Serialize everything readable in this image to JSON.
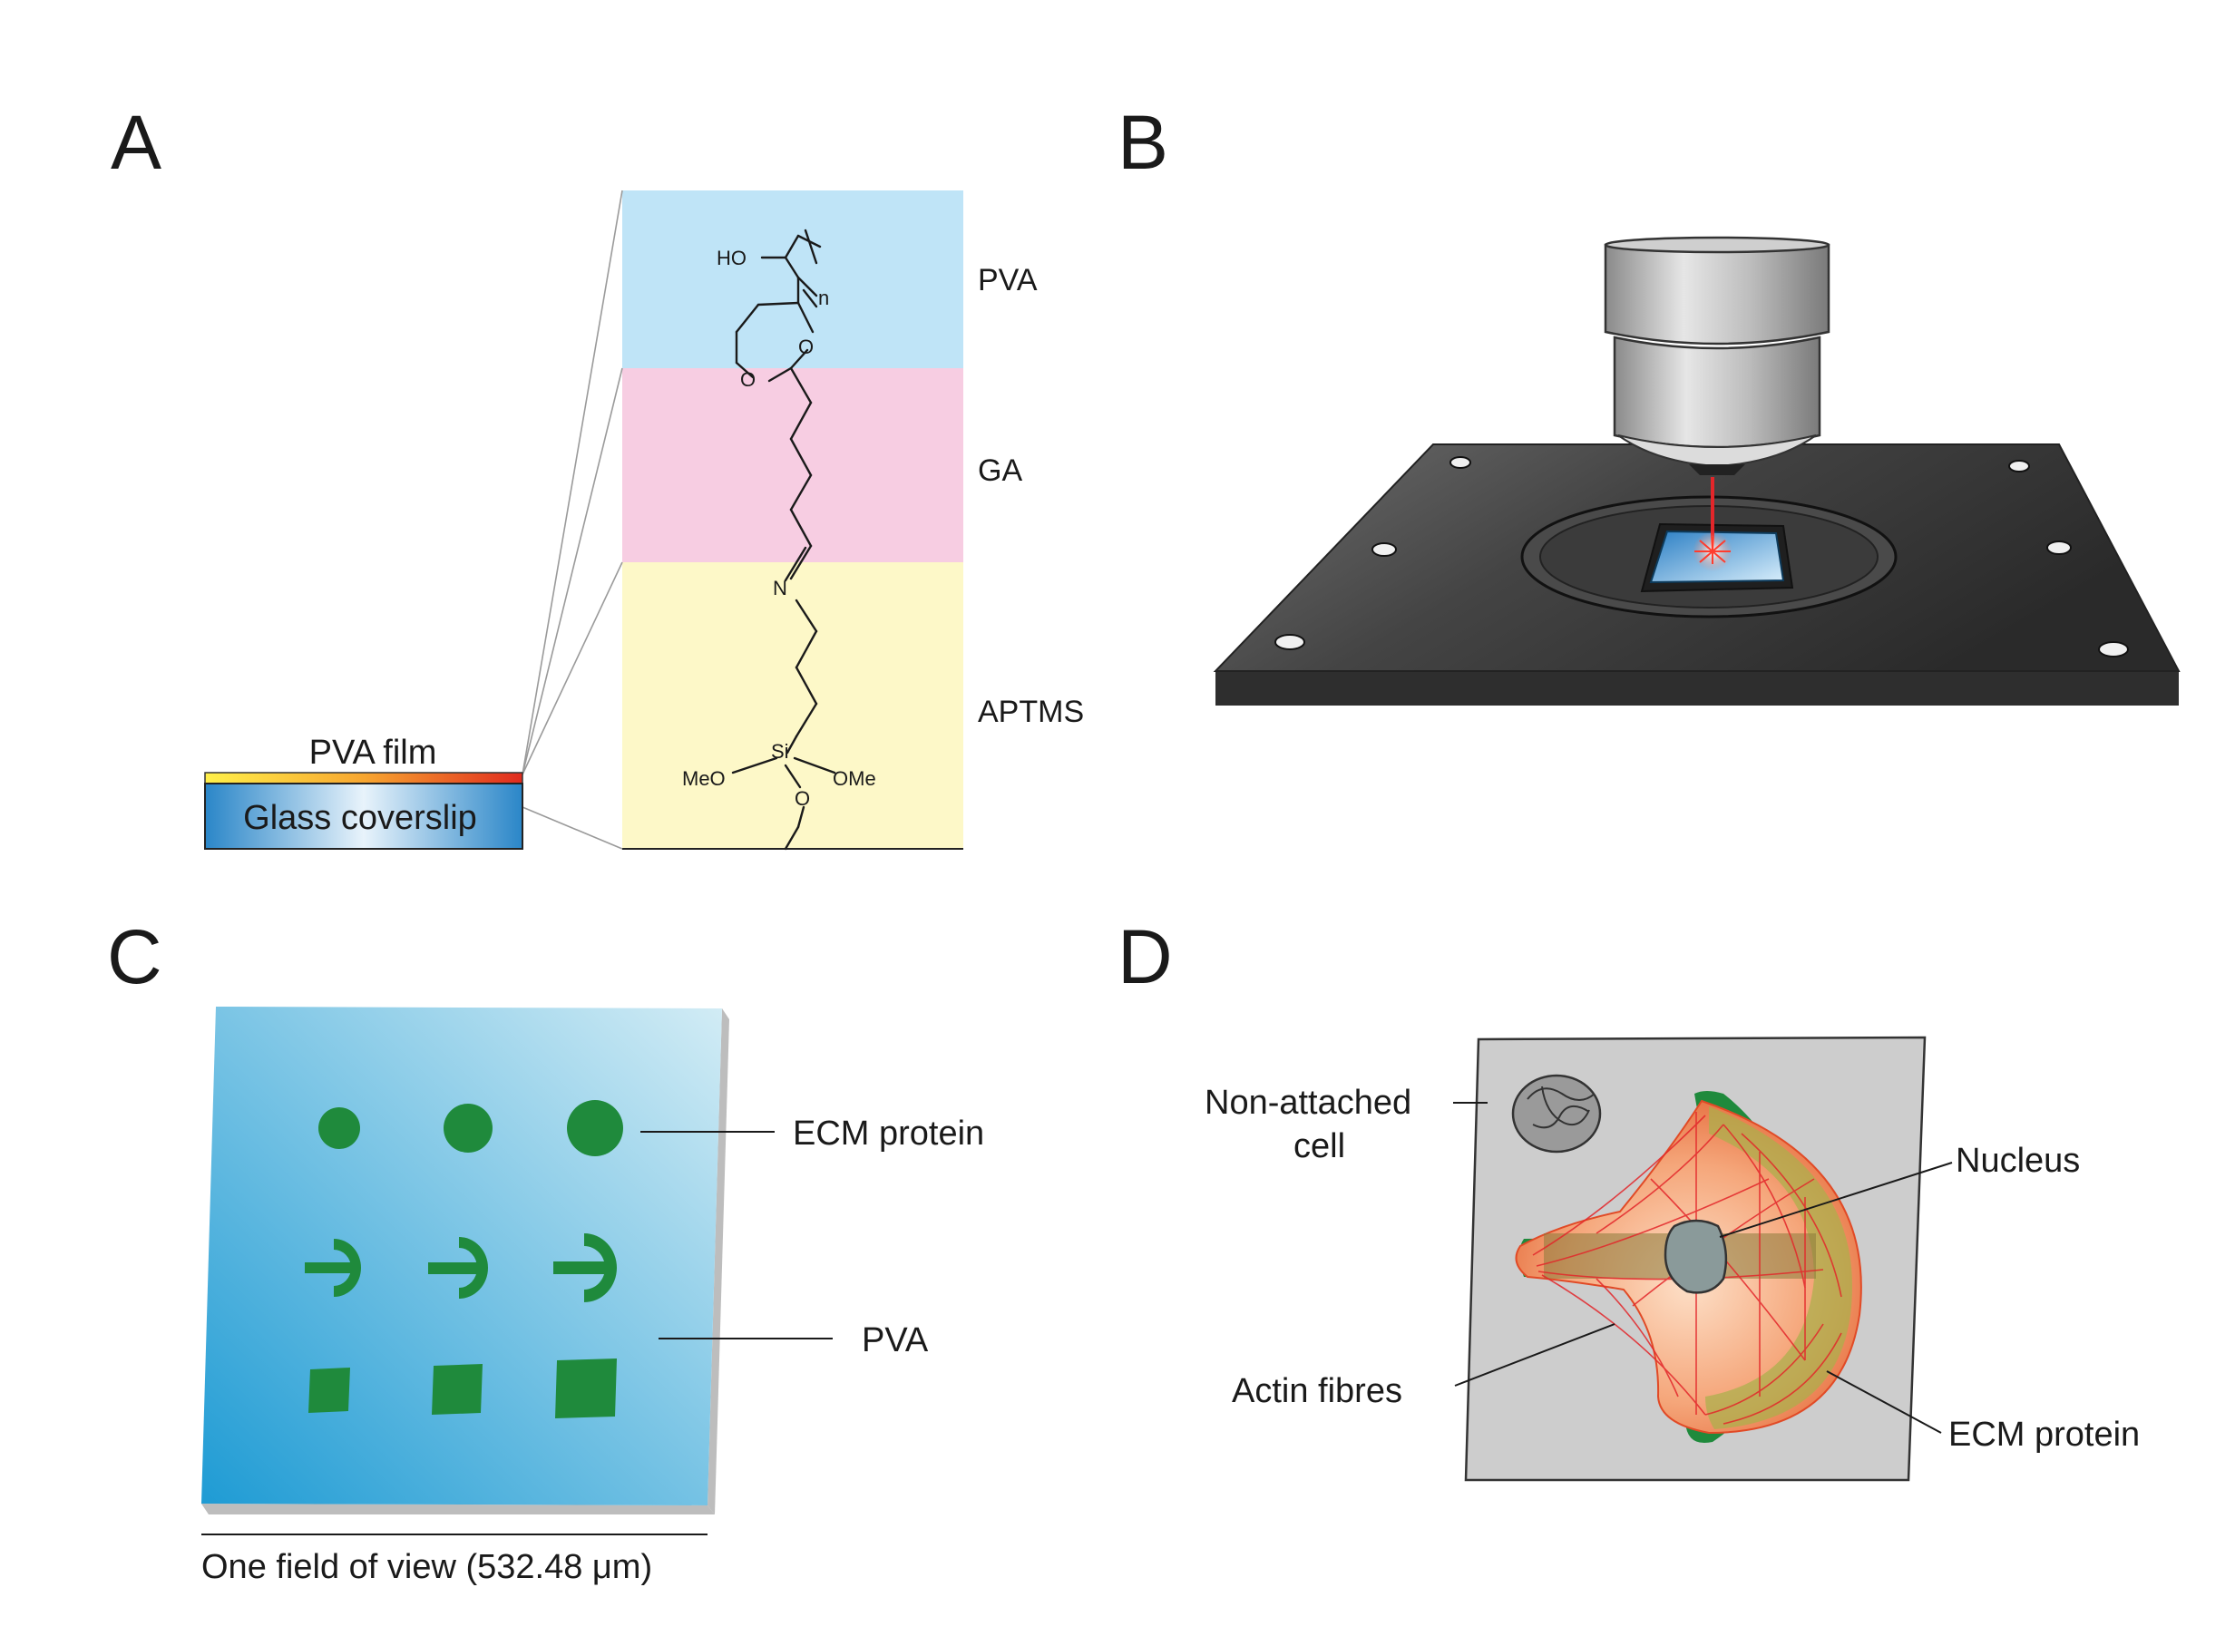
{
  "panels": {
    "a": {
      "letter": "A",
      "film_label": "PVA film",
      "coverslip_label": "Glass coverslip",
      "layers": [
        "PVA",
        "GA",
        "APTMS"
      ],
      "chem": {
        "ho": "HO",
        "n": "n",
        "o1": "O",
        "o2": "O",
        "nitrogen": "N",
        "si": "Si",
        "meo": "MeO",
        "ome": "OMe",
        "o3": "O"
      }
    },
    "b": {
      "letter": "B"
    },
    "c": {
      "letter": "C",
      "ecm_label": "ECM protein",
      "pva_label": "PVA",
      "scale_label": "One field of view (532.48 μm)"
    },
    "d": {
      "letter": "D",
      "non_attached_1": "Non-attached",
      "non_attached_2": "cell",
      "nucleus": "Nucleus",
      "actin": "Actin fibres",
      "ecm": "ECM protein"
    }
  },
  "colors": {
    "pva_layer": "#bfe4f7",
    "ga_layer": "#f7cde2",
    "aptms_layer": "#fdf8c8",
    "ecm_green": "#1f8a3c",
    "plate": "#3a3a3a"
  }
}
